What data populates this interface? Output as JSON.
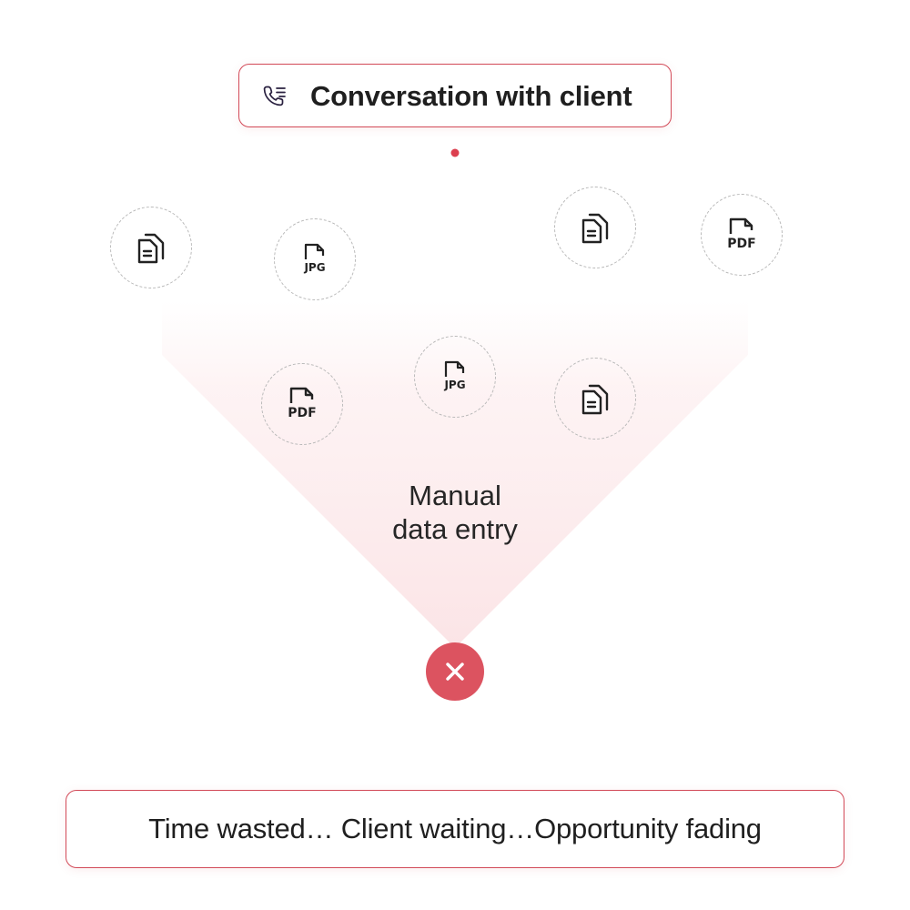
{
  "header": {
    "title": "Conversation with client",
    "icon": "phone-call-icon"
  },
  "center": {
    "line1": "Manual",
    "line2": "data entry"
  },
  "files": [
    {
      "name": "file-document-1",
      "type": "document",
      "icon": "document-copy-icon",
      "label": ""
    },
    {
      "name": "file-jpg-1",
      "type": "jpg",
      "icon": "jpg-file-icon",
      "label": "JPG"
    },
    {
      "name": "file-document-2",
      "type": "document",
      "icon": "document-copy-icon",
      "label": ""
    },
    {
      "name": "file-pdf-1",
      "type": "pdf",
      "icon": "pdf-file-icon",
      "label": "PDF"
    },
    {
      "name": "file-jpg-2",
      "type": "jpg",
      "icon": "jpg-file-icon",
      "label": "JPG"
    },
    {
      "name": "file-pdf-2",
      "type": "pdf",
      "icon": "pdf-file-icon",
      "label": "PDF"
    },
    {
      "name": "file-document-3",
      "type": "document",
      "icon": "document-copy-icon",
      "label": ""
    }
  ],
  "result": {
    "icon": "close-icon",
    "status": "failure"
  },
  "footer": {
    "text": "Time wasted… Client waiting…Opportunity fading"
  },
  "colors": {
    "accent": "#dc5360",
    "border": "#d24a58",
    "text": "#1f1f1f",
    "dashed_circle": "#b9b9b9",
    "funnel_tint": "#fbe4e6"
  }
}
